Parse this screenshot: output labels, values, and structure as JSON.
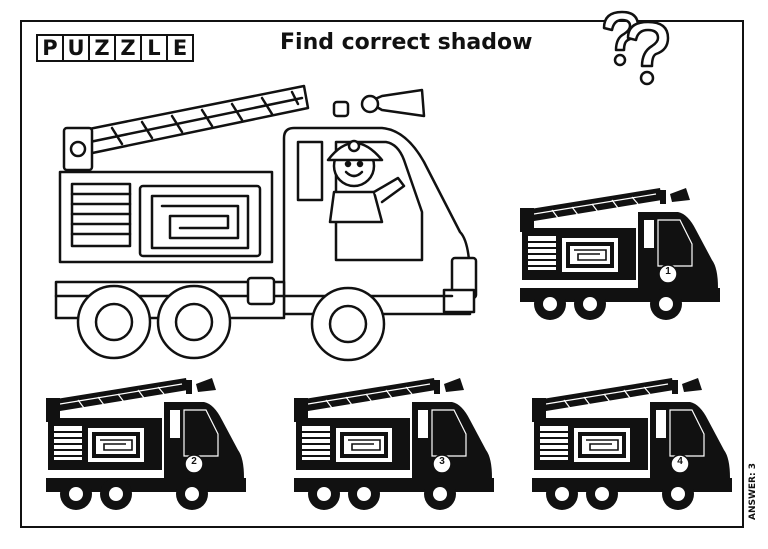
{
  "header": {
    "puzzle_letters": [
      "P",
      "U",
      "Z",
      "Z",
      "L",
      "E"
    ],
    "title": "Find correct shadow"
  },
  "options": [
    {
      "number": "1"
    },
    {
      "number": "2"
    },
    {
      "number": "3"
    },
    {
      "number": "4"
    }
  ],
  "answer": "ANSWER: 3",
  "colors": {
    "ink": "#111111",
    "background": "#ffffff"
  },
  "icons": [
    "question-marks-icon",
    "fire-truck-drawing",
    "fire-truck-silhouette"
  ]
}
